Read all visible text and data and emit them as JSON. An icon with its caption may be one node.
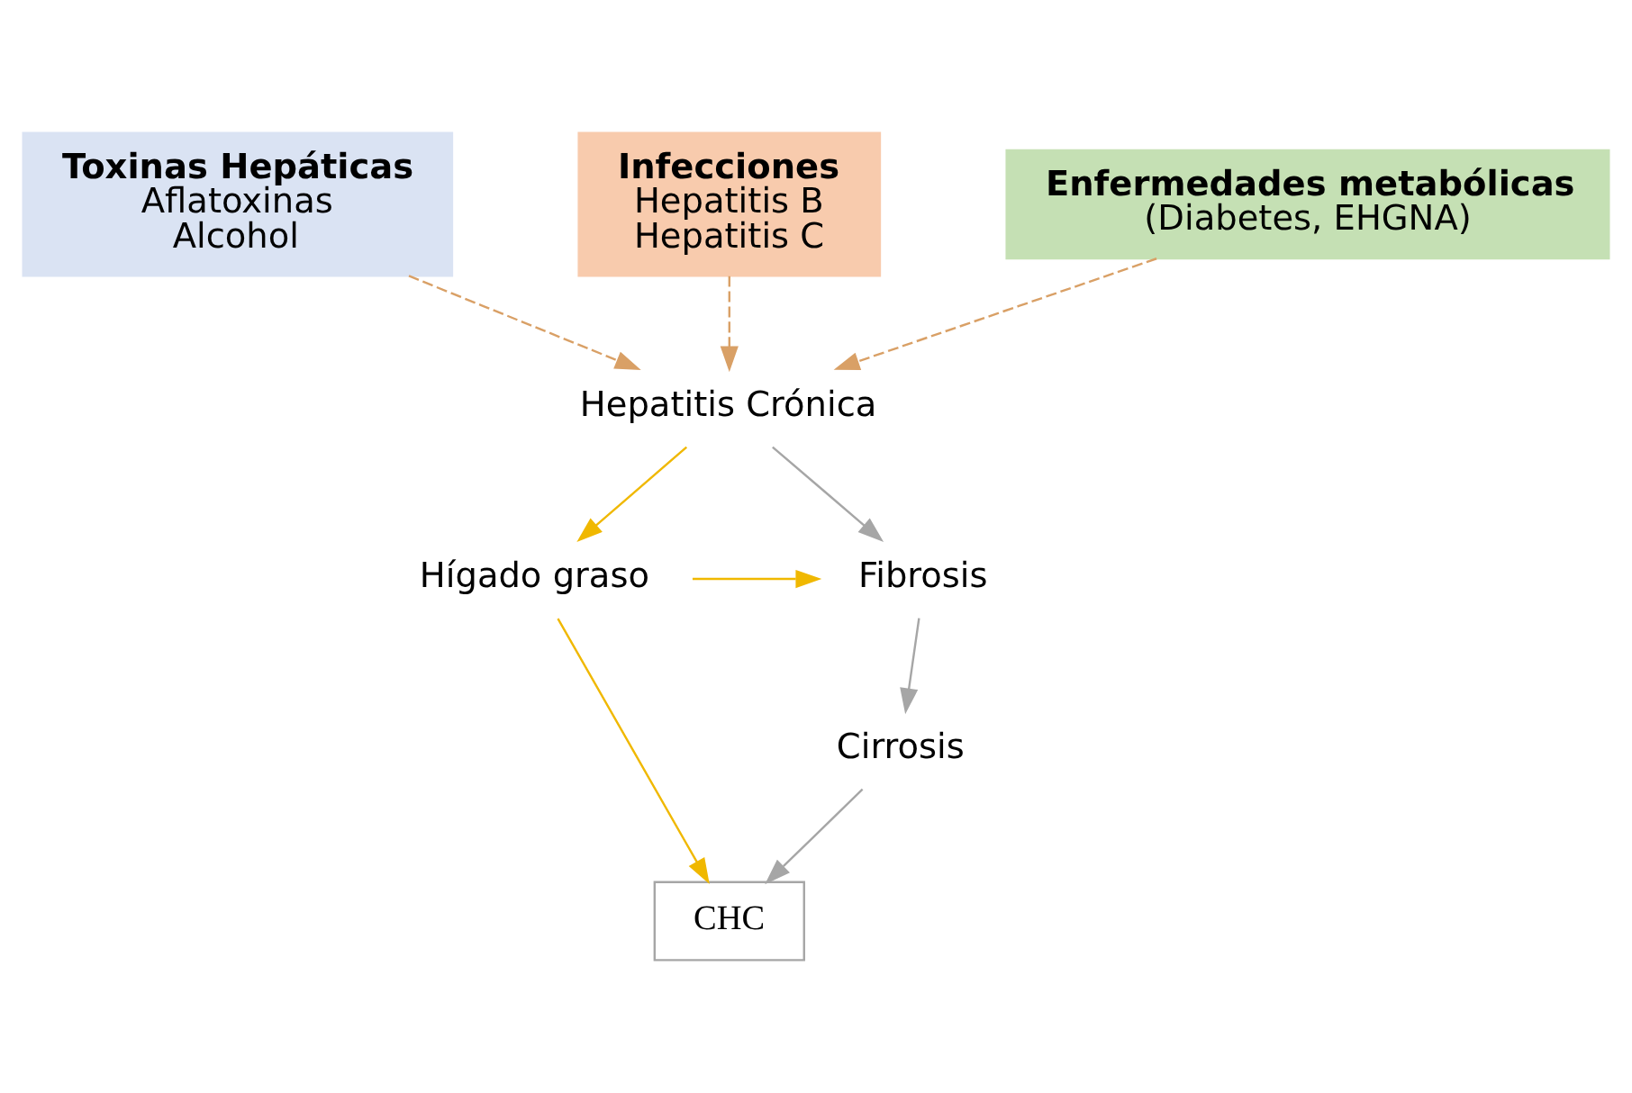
{
  "diagram": {
    "nodes": [
      {
        "text": [
          "Toxinas Hepáticas",
          "Aflatoxinas",
          "Alcohol"
        ]
      },
      {
        "text": [
          "Infecciones",
          "Hepatitis B",
          "Hepatitis C"
        ]
      },
      {
        "text": [
          "Enfermedades metabólicas",
          "(Diabetes, EHGNA)"
        ]
      },
      {
        "text": [
          "Hepatitis Crónica"
        ]
      },
      {
        "text": [
          "Fibrosis"
        ]
      },
      {
        "text": [
          "Hígado graso"
        ]
      },
      {
        "text": [
          "Cirrosis"
        ]
      },
      {
        "text": [
          "CHC"
        ]
      }
    ],
    "edges": [
      {
        "from": 0,
        "to": 3,
        "arrow": "to",
        "style": "dashed",
        "color": "#d9a066"
      },
      {
        "from": 1,
        "to": 3,
        "arrow": "to",
        "style": "dashed",
        "color": "#d9a066"
      },
      {
        "from": 2,
        "to": 3,
        "arrow": "to",
        "style": "dashed",
        "color": "#d9a066"
      },
      {
        "from": 3,
        "to": 4,
        "arrow": "to",
        "color": "#a6a6a6"
      },
      {
        "from": 3,
        "to": 5,
        "arrow": "to",
        "color": "#f0b800"
      },
      {
        "from": 5,
        "to": 4,
        "arrow": "to",
        "color": "#f0b800"
      },
      {
        "from": 4,
        "to": 6,
        "arrow": "to",
        "color": "#a6a6a6"
      },
      {
        "from": 6,
        "to": 7,
        "arrow": "to",
        "color": "#a6a6a6"
      },
      {
        "from": 5,
        "to": 7,
        "arrow": "to",
        "color": "#f0b800"
      }
    ]
  }
}
